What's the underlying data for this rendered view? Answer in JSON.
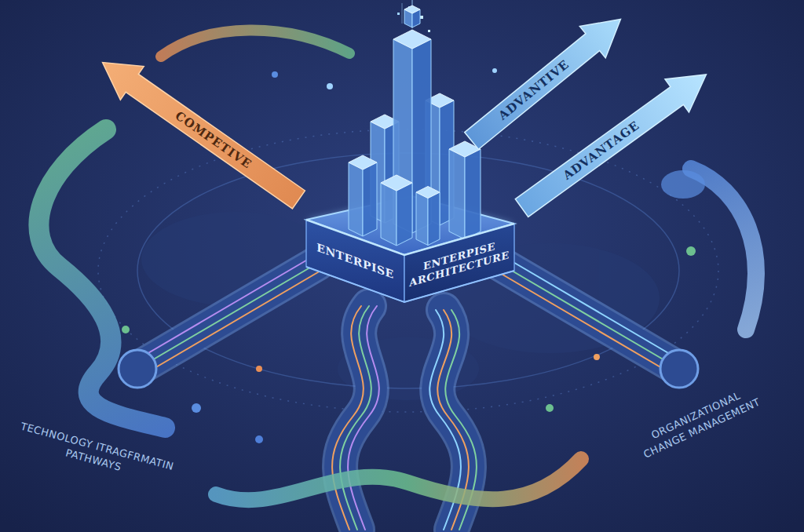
{
  "diagram": {
    "nodes": [
      {
        "text": [
          "COMPETIVE"
        ]
      },
      {
        "text": [
          "ADVANTIVE"
        ]
      },
      {
        "text": [
          "ADVANTAGE"
        ]
      },
      {
        "text": [
          "ENTERPISE",
          "ENTERPISE ARCHITECTURE"
        ]
      }
    ],
    "labels": [
      "TECHNOLOGY ITRAGFRMATIN PATHWAYS",
      "ORGANIZATIONAL CHANGE MANAGEMENT"
    ]
  }
}
